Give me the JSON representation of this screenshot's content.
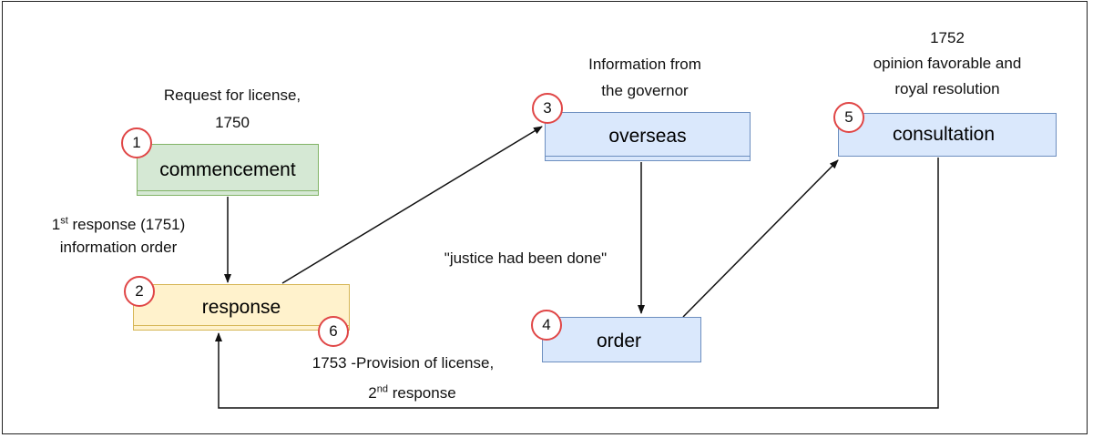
{
  "nodes": {
    "commencement": {
      "label": "commencement",
      "number": "1"
    },
    "response": {
      "label": "response",
      "number": "2"
    },
    "overseas": {
      "label": "overseas",
      "number": "3"
    },
    "order": {
      "label": "order",
      "number": "4"
    },
    "consultation": {
      "label": "consultation",
      "number": "5"
    },
    "provision_marker": {
      "number": "6"
    }
  },
  "annotations": {
    "request_line1": "Request for license,",
    "request_line2": "1750",
    "first_response_main": "1",
    "first_response_sup": "st",
    "first_response_rest": " response (1751)",
    "first_response_line2": "information order",
    "governor_line1": "Information from",
    "governor_line2": "the governor",
    "justice": "\"justice had been done\"",
    "consult_line1": "1752",
    "consult_line2": "opinion favorable and",
    "consult_line3": "royal resolution",
    "provision_line1": "1753 -Provision of license,",
    "second_response_main": "2",
    "second_response_sup": "nd",
    "second_response_rest": " response"
  },
  "colors": {
    "green_fill": "#d5e8d4",
    "yellow_fill": "#fff2cc",
    "blue_fill": "#dae8fc",
    "badge_border": "#e04646"
  }
}
